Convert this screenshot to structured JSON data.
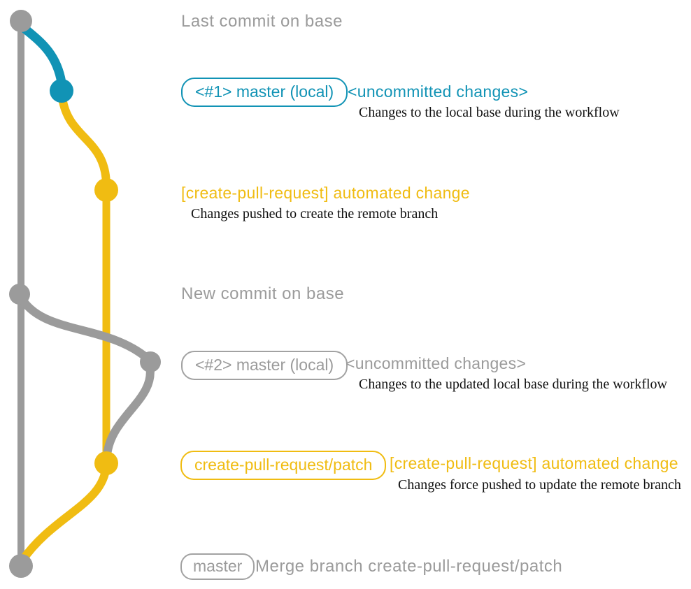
{
  "colors": {
    "gray": "#9b9b9b",
    "teal": "#1193b5",
    "yellow": "#f0bc12",
    "description_text": "#111111",
    "background": "#ffffff"
  },
  "annotations": {
    "last_commit": {
      "label": "Last commit on base"
    },
    "uncommitted_1": {
      "badge": "<#1> master (local)",
      "title": "<uncommitted changes>",
      "description": "Changes to the local base during the workflow"
    },
    "automated_1": {
      "title": "[create-pull-request] automated change",
      "description": "Changes pushed to create the remote branch"
    },
    "new_commit": {
      "label": "New commit on base"
    },
    "uncommitted_2": {
      "badge": "<#2> master (local)",
      "title": "<uncommitted changes>",
      "description": "Changes to the updated local base during the workflow"
    },
    "automated_2": {
      "badge": "create-pull-request/patch",
      "title": "[create-pull-request] automated change",
      "description": "Changes force pushed to update the remote branch"
    },
    "merge": {
      "badge": "master",
      "label": "Merge branch create-pull-request/patch"
    }
  }
}
